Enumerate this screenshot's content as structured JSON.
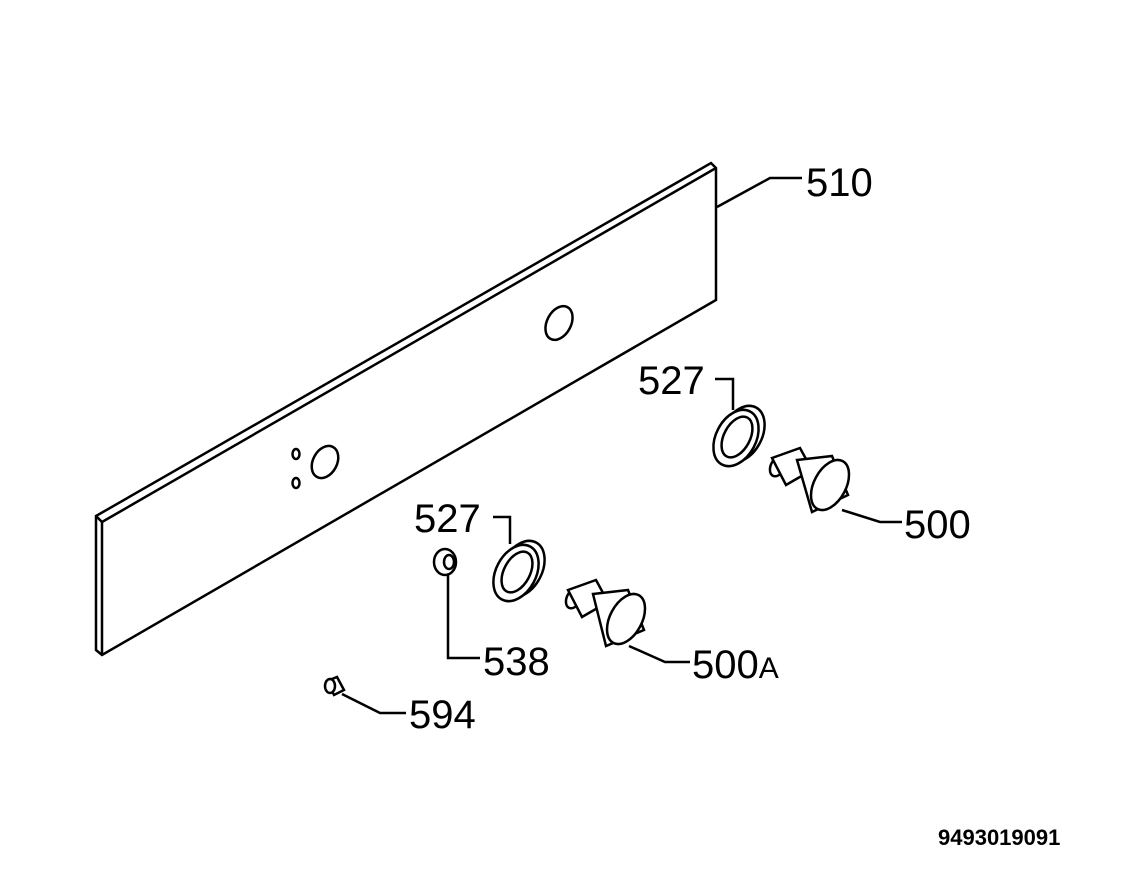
{
  "diagram": {
    "labels": {
      "panel": "510",
      "ring_upper": "527",
      "ring_lower": "527",
      "knob_upper": "500",
      "knob_lower_main": "500",
      "knob_lower_suffix": "A",
      "nut": "538",
      "plug": "594"
    },
    "document_number": "9493019091"
  }
}
